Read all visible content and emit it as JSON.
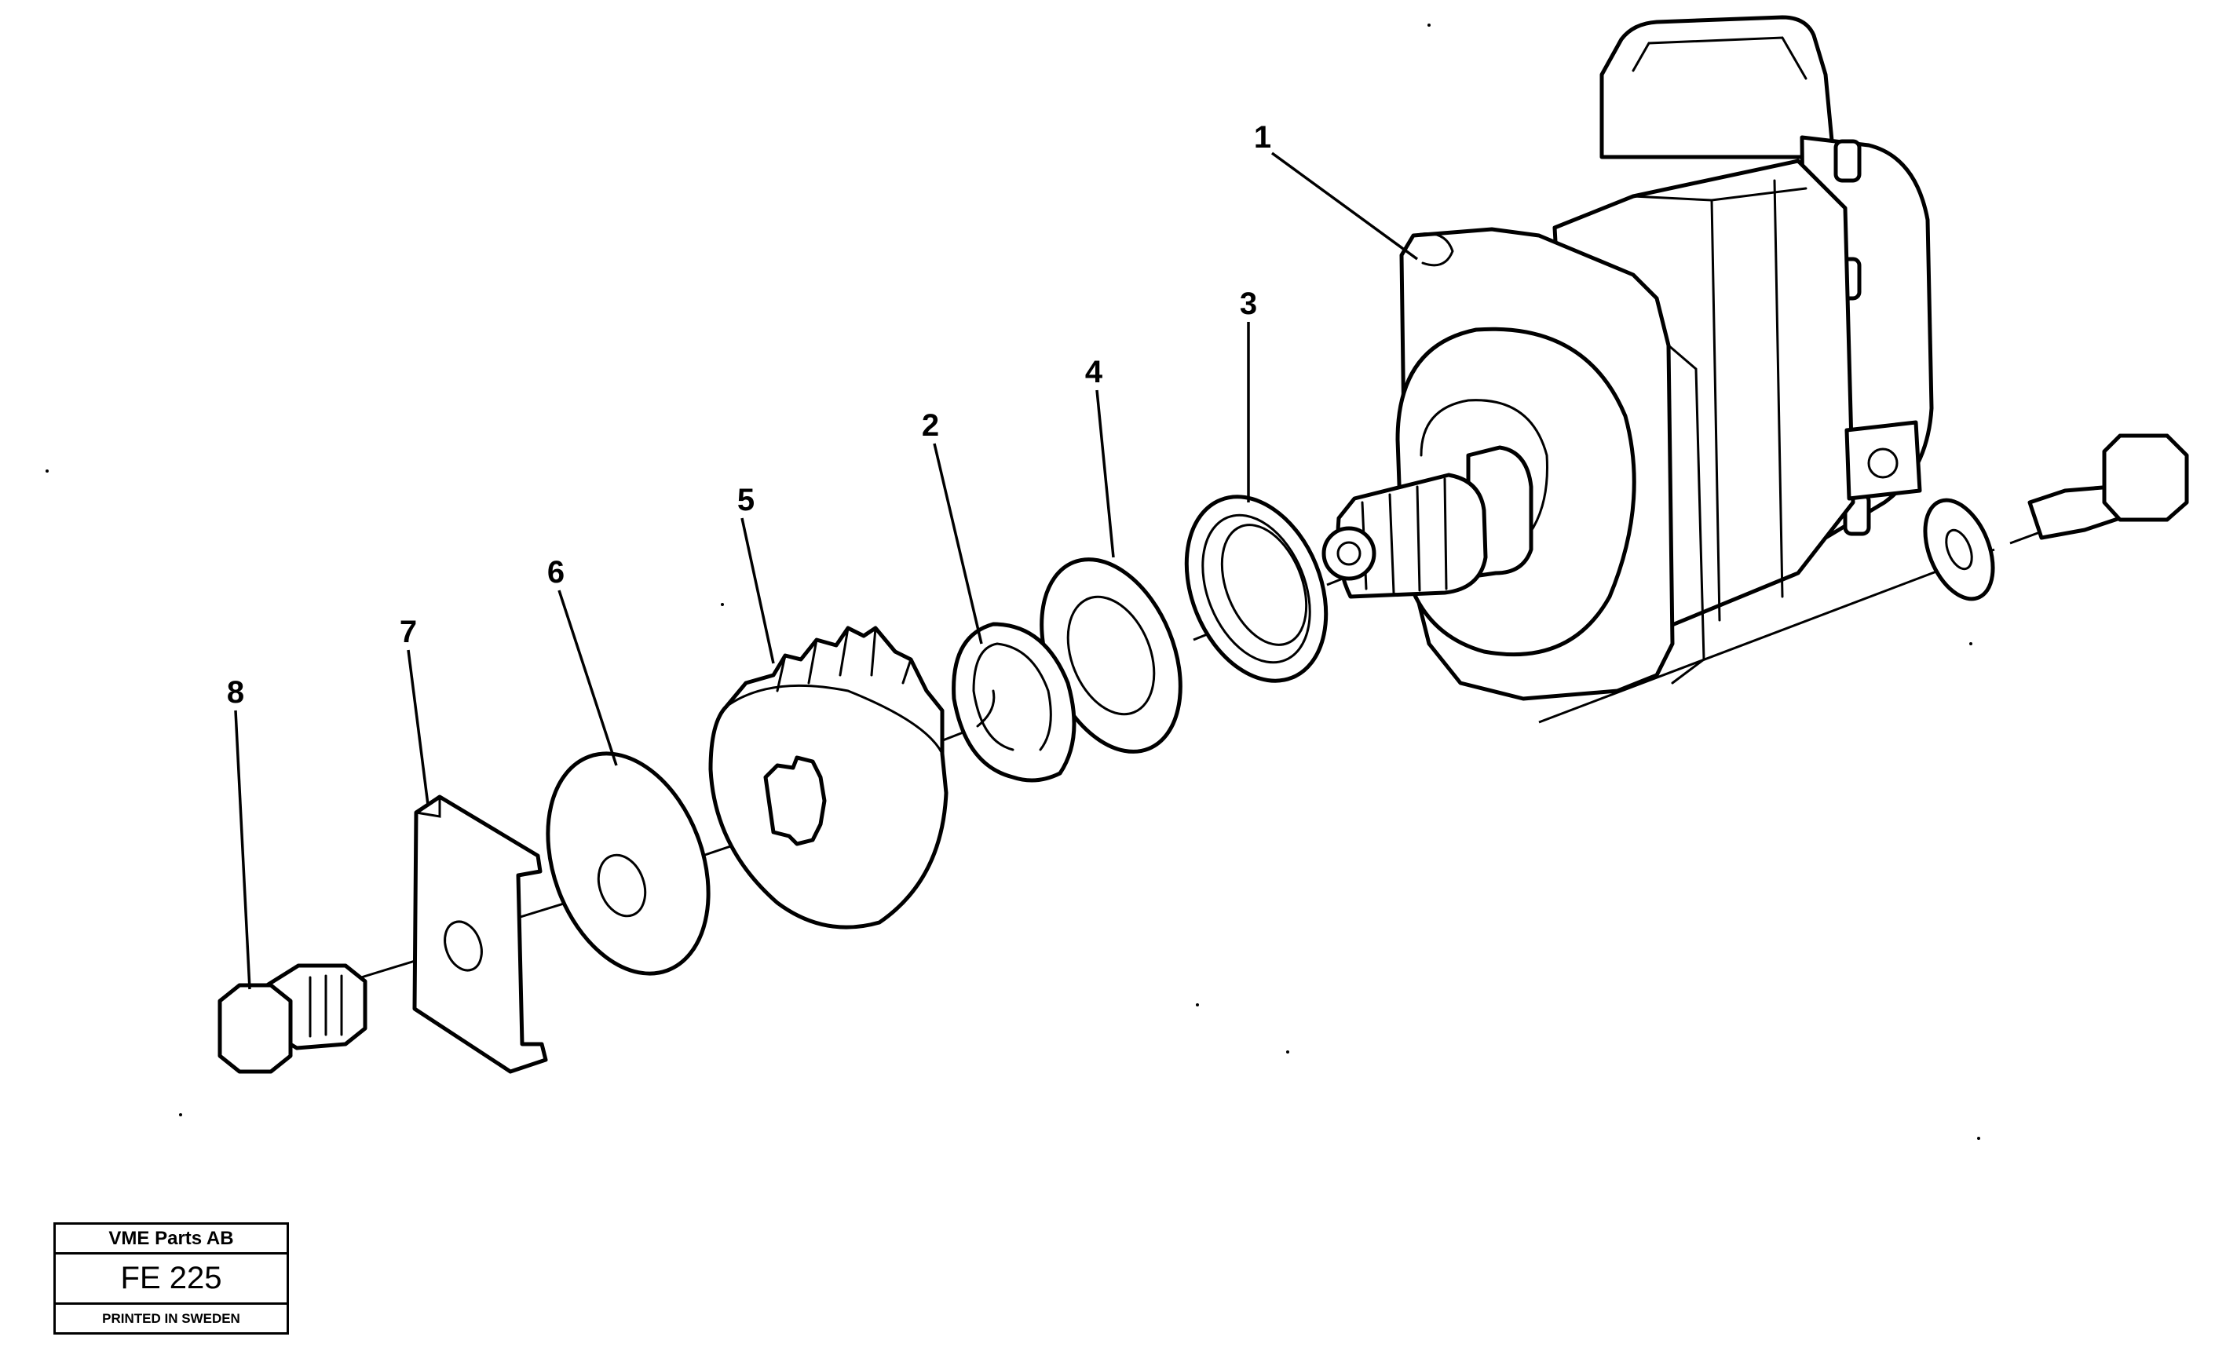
{
  "diagram": {
    "callouts": [
      {
        "id": "callout-1",
        "text": "1"
      },
      {
        "id": "callout-2",
        "text": "2"
      },
      {
        "id": "callout-3",
        "text": "3"
      },
      {
        "id": "callout-4",
        "text": "4"
      },
      {
        "id": "callout-5",
        "text": "5"
      },
      {
        "id": "callout-6",
        "text": "6"
      },
      {
        "id": "callout-7",
        "text": "7"
      },
      {
        "id": "callout-8",
        "text": "8"
      }
    ]
  },
  "title_block": {
    "company": "VME Parts AB",
    "code": "FE 225",
    "printed": "PRINTED IN SWEDEN"
  }
}
